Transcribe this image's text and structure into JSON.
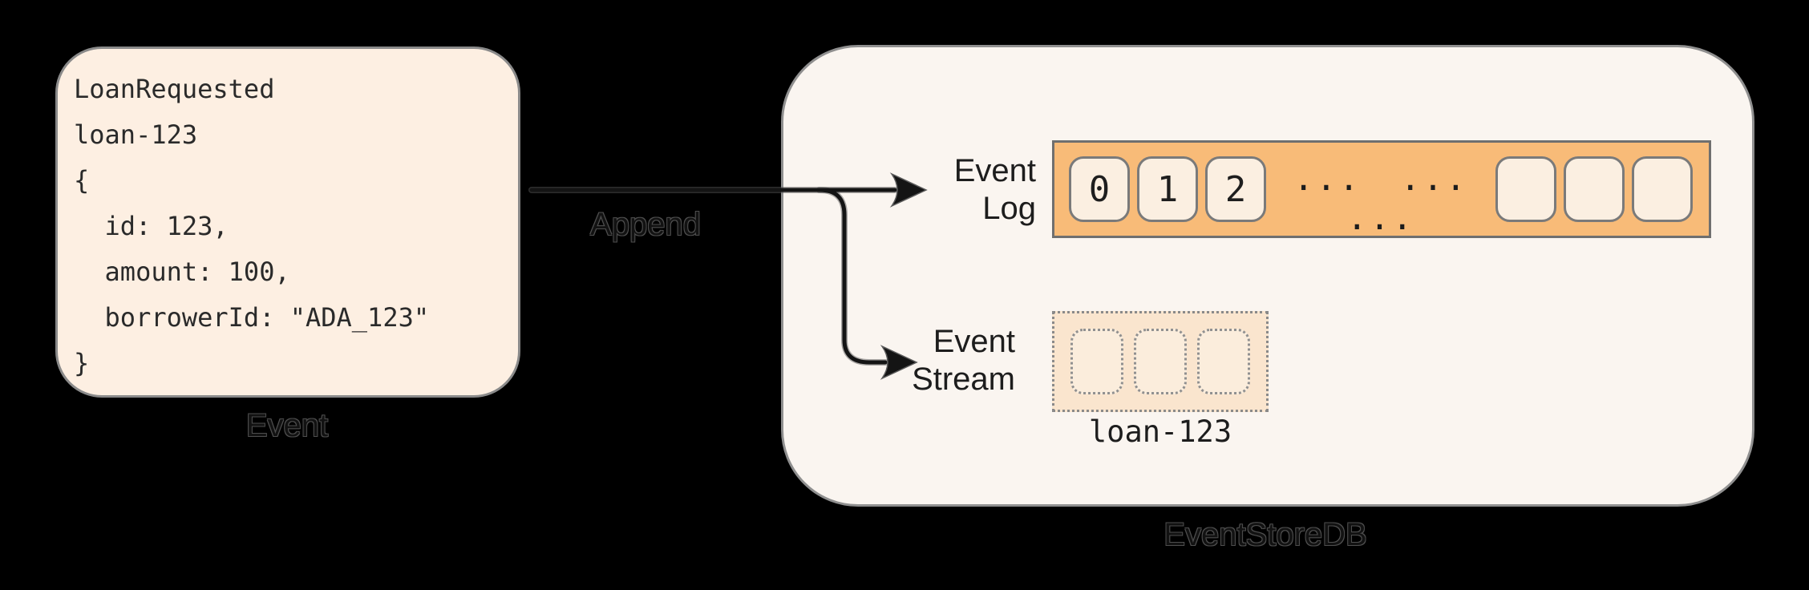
{
  "background_color": "#000000",
  "event_card": {
    "code": "LoanRequested\nloan-123\n{\n  id: 123,\n  amount: 100,\n  borrowerId: \"ADA_123\"\n}",
    "caption": "Event",
    "fill_color": "#FDEFE2",
    "border_color": "#8A8A8A"
  },
  "append_arrow": {
    "label": "Append",
    "line_color": "#141414",
    "targets": [
      "Event Log",
      "Event Stream"
    ]
  },
  "eventstore": {
    "caption": "EventStoreDB",
    "fill_color": "#FAF5F0",
    "border_color": "#8F8F8F",
    "event_log": {
      "label_line1": "Event",
      "label_line2": "Log",
      "bar_fill_color": "#F8BB78",
      "cell_fill_color": "#FBEFE1",
      "cells": [
        "0",
        "1",
        "2"
      ],
      "ellipsis": "... ... ...",
      "empty_cell_count": 3
    },
    "event_stream": {
      "label_line1": "Event",
      "label_line2": "Stream",
      "stream_name": "loan-123",
      "box_fill_color": "#FAE5CE",
      "cell_fill_color": "#FBEDDC",
      "empty_cell_count": 3
    }
  }
}
